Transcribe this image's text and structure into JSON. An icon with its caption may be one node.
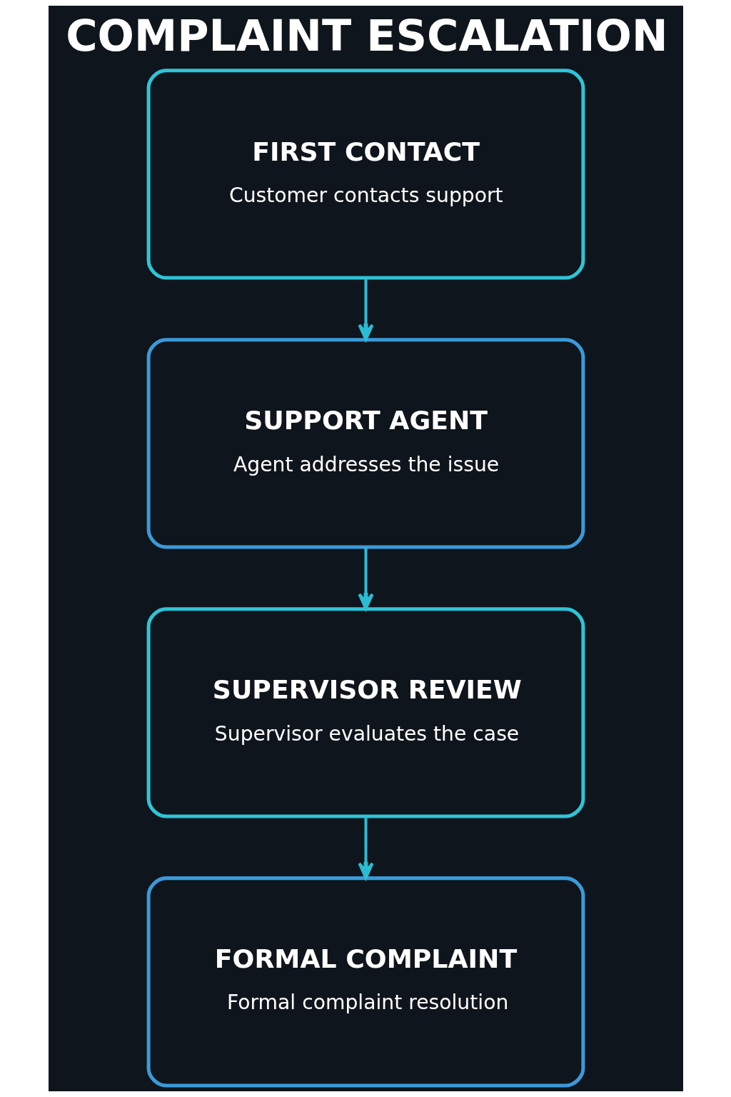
{
  "diagram": {
    "title": "COMPLAINT ESCALATION",
    "nodes": [
      {
        "text": [
          "FIRST CONTACT",
          "Customer contacts support"
        ]
      },
      {
        "text": [
          "SUPPORT AGENT",
          "Agent addresses the issue"
        ]
      },
      {
        "text": [
          "SUPERVISOR REVIEW",
          "Supervisor evaluates the case"
        ]
      },
      {
        "text": [
          "FORMAL COMPLAINT",
          "Formal complaint resolution"
        ]
      }
    ],
    "edges": [
      {
        "from": 0,
        "to": 1,
        "arrow": "to"
      },
      {
        "from": 1,
        "to": 2,
        "arrow": "to"
      },
      {
        "from": 2,
        "to": 3,
        "arrow": "to"
      }
    ]
  }
}
